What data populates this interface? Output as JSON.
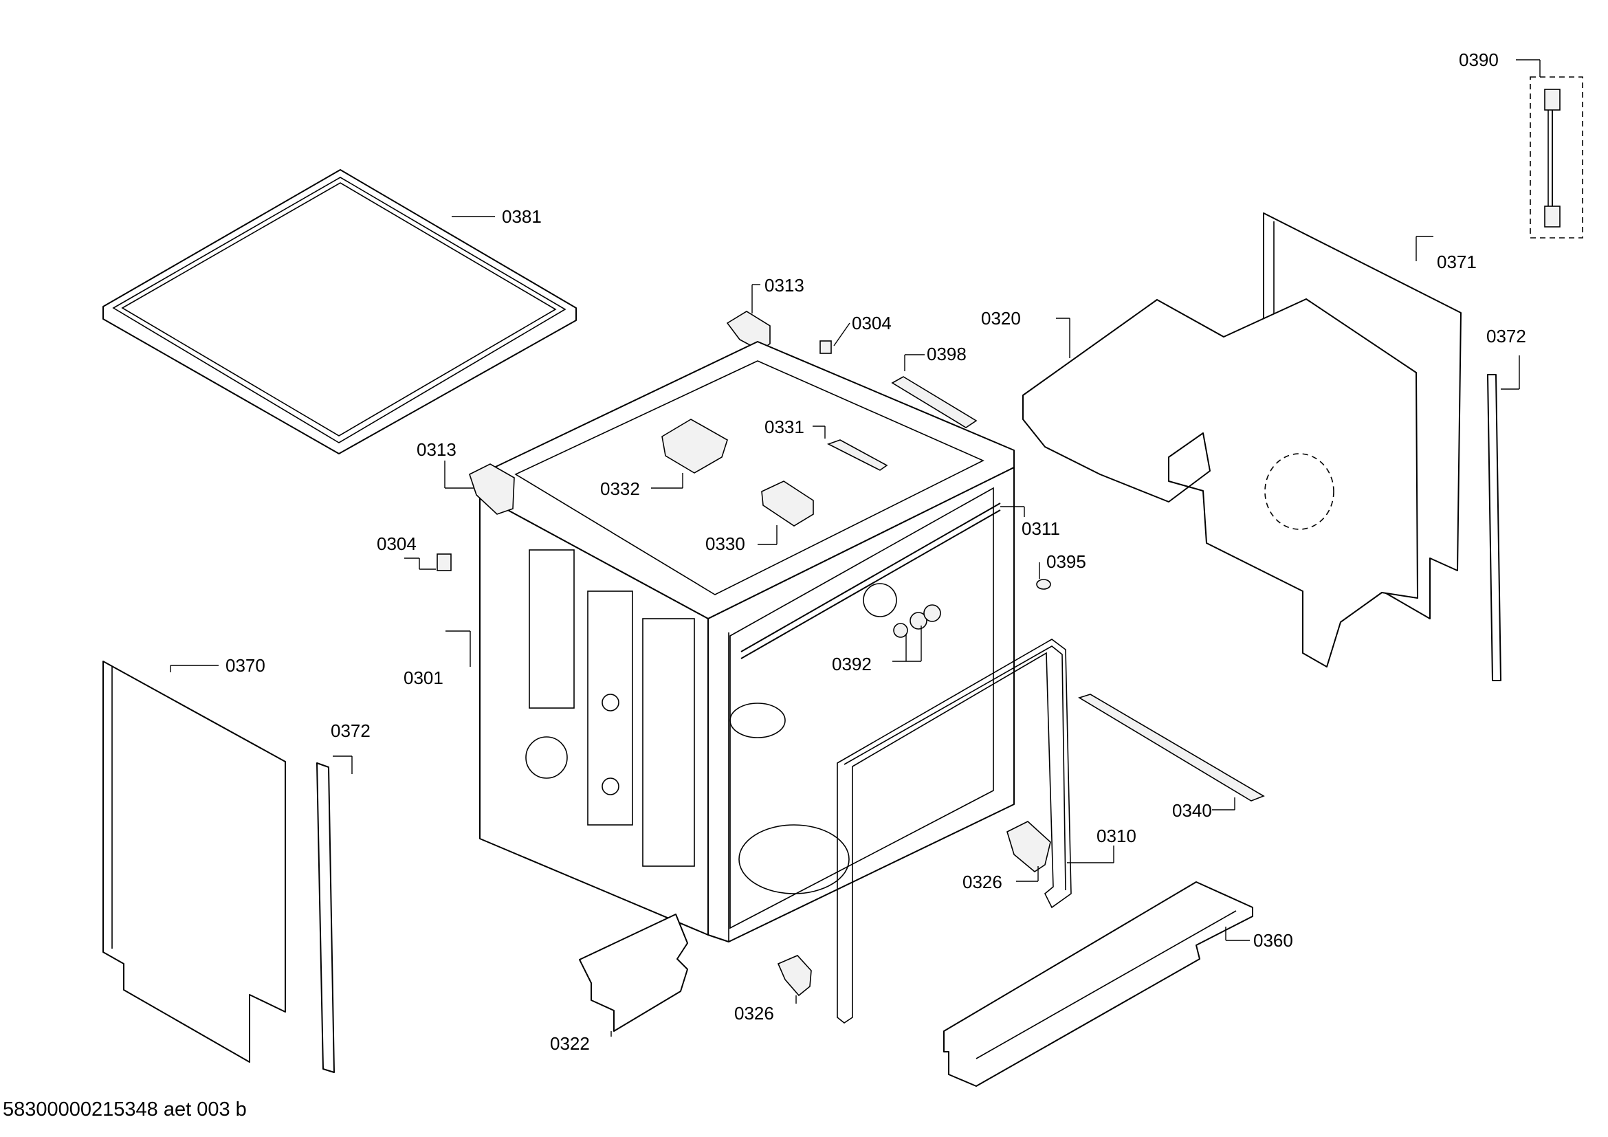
{
  "drawing": {
    "footer_code": "58300000215348 aet 003 b",
    "callouts": {
      "c0390": "0390",
      "c0381": "0381",
      "c0371": "0371",
      "c0372a": "0372",
      "c0313a": "0313",
      "c0304a": "0304",
      "c0320": "0320",
      "c0398": "0398",
      "c0331": "0331",
      "c0313b": "0313",
      "c0332": "0332",
      "c0311": "0311",
      "c0304b": "0304",
      "c0330": "0330",
      "c0395": "0395",
      "c0370": "0370",
      "c0301": "0301",
      "c0392": "0392",
      "c0372b": "0372",
      "c0340": "0340",
      "c0310": "0310",
      "c0326a": "0326",
      "c0360": "0360",
      "c0326b": "0326",
      "c0322": "0322"
    }
  }
}
